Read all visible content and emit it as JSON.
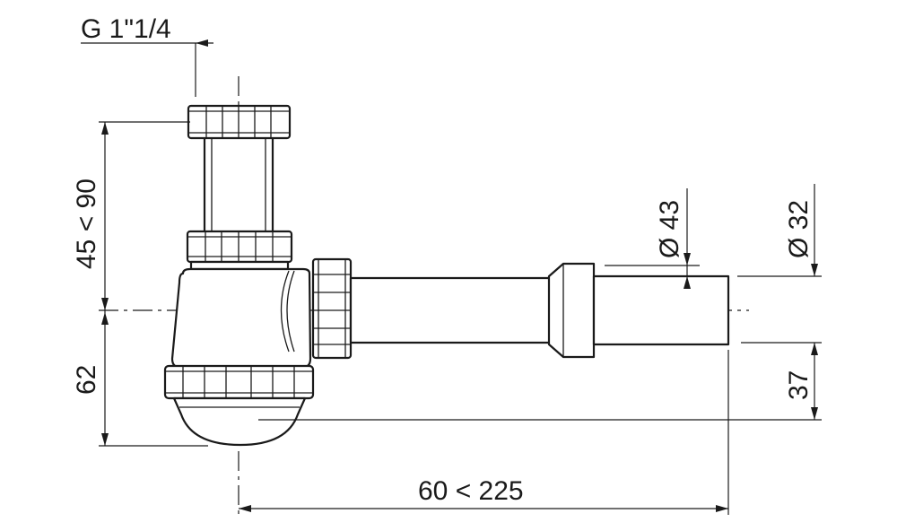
{
  "labels": {
    "thread": "G 1\"1/4",
    "inlet_height": "45 < 90",
    "body_height": "62",
    "outlet_diameter": "Ø 43",
    "pipe_diameter": "Ø 32",
    "outlet_offset": "37",
    "horizontal_length": "60 < 225"
  }
}
